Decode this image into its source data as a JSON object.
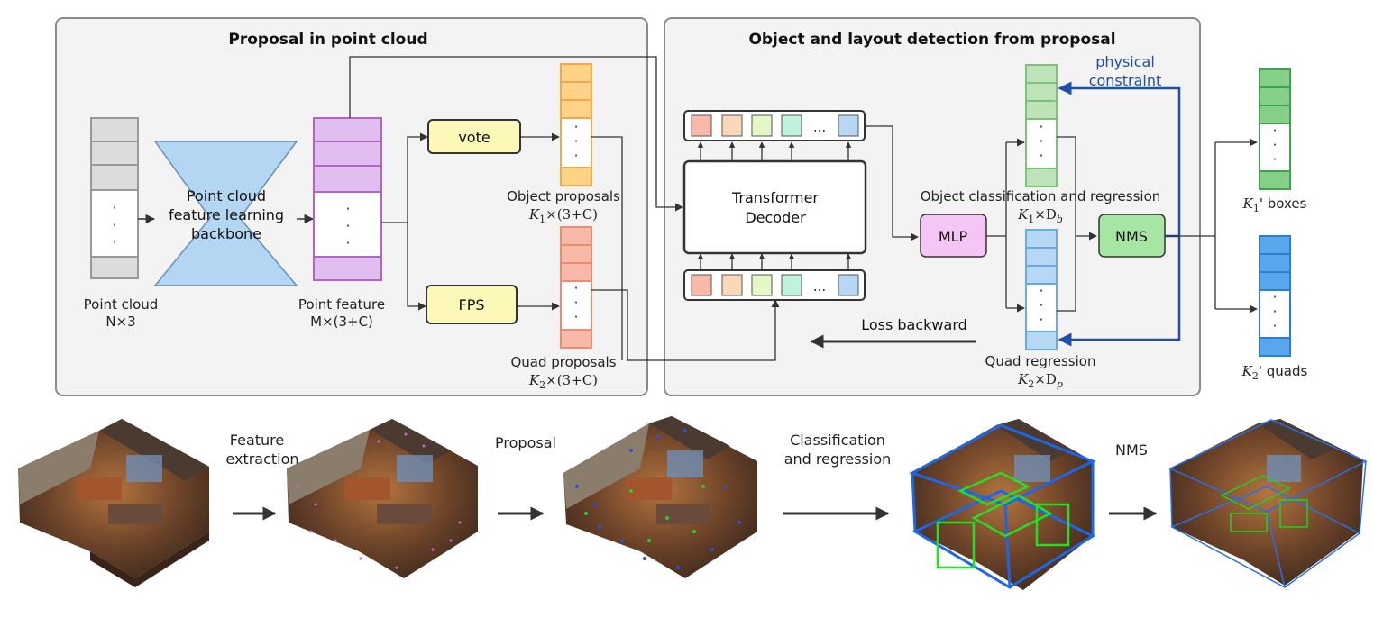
{
  "panels": {
    "proposal": "Proposal in point cloud",
    "detection": "Object and layout detection from proposal"
  },
  "labels": {
    "backbone": [
      "Point cloud",
      "feature learning",
      "backbone"
    ],
    "point_cloud": "Point cloud",
    "point_cloud_dim": "N×3",
    "point_feature": "Point feature",
    "point_feature_dim": "M×(3+C)",
    "vote": "vote",
    "fps": "FPS",
    "object_proposals": "Object proposals",
    "object_proposals_k": "K",
    "object_proposals_sub": "1",
    "object_proposals_dim": "×(3+C)",
    "quad_proposals": "Quad proposals",
    "quad_proposals_k": "K",
    "quad_proposals_sub": "2",
    "quad_proposals_dim": "×(3+C)",
    "transformer": [
      "Transformer",
      "Decoder"
    ],
    "token_ellipsis": "...",
    "mlp": "MLP",
    "nms_box": "NMS",
    "obj_cls": "Object classification and regression",
    "obj_cls_k": "K",
    "obj_cls_sub": "1",
    "obj_cls_x": "×D",
    "obj_cls_d": "b",
    "quad_reg": "Quad regression",
    "quad_reg_k": "K",
    "quad_reg_sub": "2",
    "quad_reg_x": "×D",
    "quad_reg_d": "p",
    "physical": [
      "physical",
      "constraint"
    ],
    "loss": "Loss backward",
    "boxes_k": "K",
    "boxes_sub": "1",
    "boxes_rest": "' boxes",
    "quads_k": "K",
    "quads_sub": "2",
    "quads_rest": "' quads",
    "dot": "·"
  },
  "pipeline": {
    "step1": [
      "Feature",
      "extraction"
    ],
    "step2": "Proposal",
    "step3": [
      "Classification",
      "and regression"
    ],
    "step4": "NMS"
  },
  "colors": {
    "gray": "#dcdcdc",
    "purple": "#e0bff0",
    "orange": "#ffd28a",
    "salmon": "#f9b9a9",
    "green": "#bfe3b8",
    "lightblue": "#b7d8f5",
    "darkgreen": "#86cf86",
    "blue": "#5aa6ec",
    "physical": "#1f4fa8"
  }
}
